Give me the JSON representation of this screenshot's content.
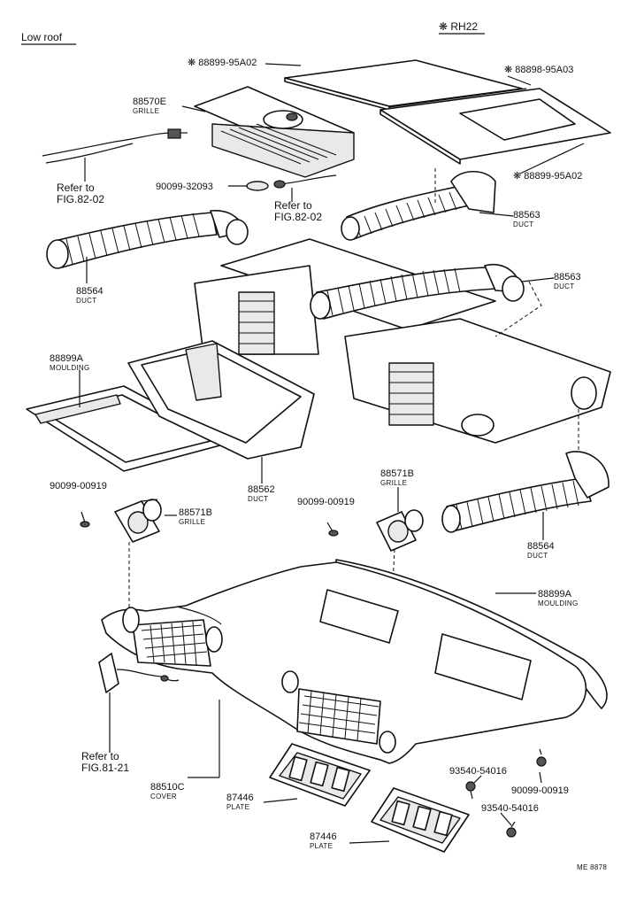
{
  "header": {
    "variant": "Low roof",
    "model": "❋ RH22"
  },
  "callouts": {
    "pad_top": "❋ 88899-95A02",
    "pad_right": "❋ 88898-95A03",
    "pad_bottom": "❋ 88899-95A02",
    "grille_top_num": "88570E",
    "grille_top_name": "GRILLE",
    "grommet": "90099-32093",
    "ref_left_1": "Refer to",
    "ref_left_2": "FIG.82-02",
    "ref_mid_1": "Refer to",
    "ref_mid_2": "FIG.82-02",
    "duct_left_num": "88564",
    "duct_left_name": "DUCT",
    "duct_ur_num": "88563",
    "duct_ur_name": "DUCT",
    "duct_mr_num": "88563",
    "duct_mr_name": "DUCT",
    "mould_left_num": "88899A",
    "mould_left_name": "MOULDING",
    "duct_562_num": "88562",
    "duct_562_name": "DUCT",
    "screw_left": "90099-00919",
    "grille_l_num": "88571B",
    "grille_l_name": "GRILLE",
    "screw_mid": "90099-00919",
    "grille_r_num": "88571B",
    "grille_r_name": "GRILLE",
    "duct_lr_num": "88564",
    "duct_lr_name": "DUCT",
    "mould_right_num": "88899A",
    "mould_right_name": "MOULDING",
    "ref_bottom_1": "Refer to",
    "ref_bottom_2": "FIG.81-21",
    "cover_num": "88510C",
    "cover_name": "COVER",
    "screw_a": "93540-54016",
    "screw_b": "90099-00919",
    "screw_c": "93540-54016",
    "plate_1_num": "87446",
    "plate_1_name": "PLATE",
    "plate_2_num": "87446",
    "plate_2_name": "PLATE",
    "sheet_code": "ME 8878"
  }
}
